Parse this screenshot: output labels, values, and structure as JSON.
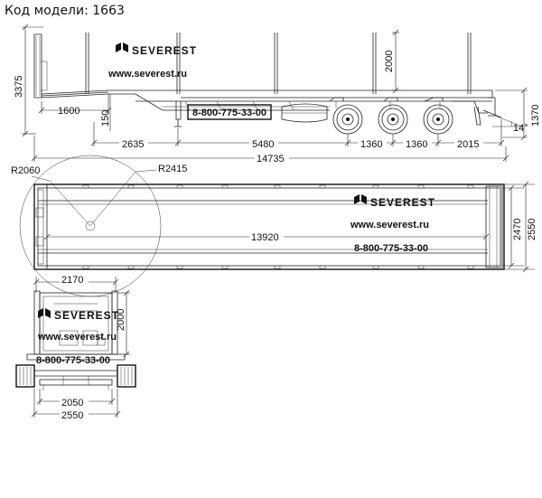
{
  "title": "Код модели: 1663",
  "brand": {
    "name": "SEVEREST",
    "url": "www.severest.ru",
    "phone": "8-800-775-33-00"
  },
  "side_view": {
    "dims": {
      "height_total": "3375",
      "stake_height": "2000",
      "deck_height": "1370",
      "gooseneck": "1600",
      "step": "150",
      "kingpin_to_leg": "2635",
      "leg_to_axle": "5480",
      "axle_spacing_1": "1360",
      "axle_spacing_2": "1360",
      "rear_overhang": "2015",
      "total_length": "14735",
      "angle": "14°"
    }
  },
  "top_view": {
    "dims": {
      "radius_1": "R2060",
      "radius_2": "R2415",
      "inner_length": "13920",
      "inner_width": "2470",
      "outer_width": "2550"
    }
  },
  "rear_view": {
    "dims": {
      "top_width": "2170",
      "height": "2000",
      "track_width": "2050",
      "total_width": "2550"
    }
  }
}
